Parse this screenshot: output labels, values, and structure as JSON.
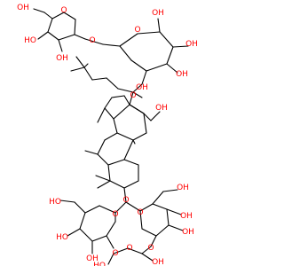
{
  "atom_labels": {
    "O": "O",
    "OH": "OH",
    "HO": "HO"
  },
  "colors": {
    "bond": "#000000",
    "oxygen": "#ff0000",
    "background": "#ffffff"
  }
}
